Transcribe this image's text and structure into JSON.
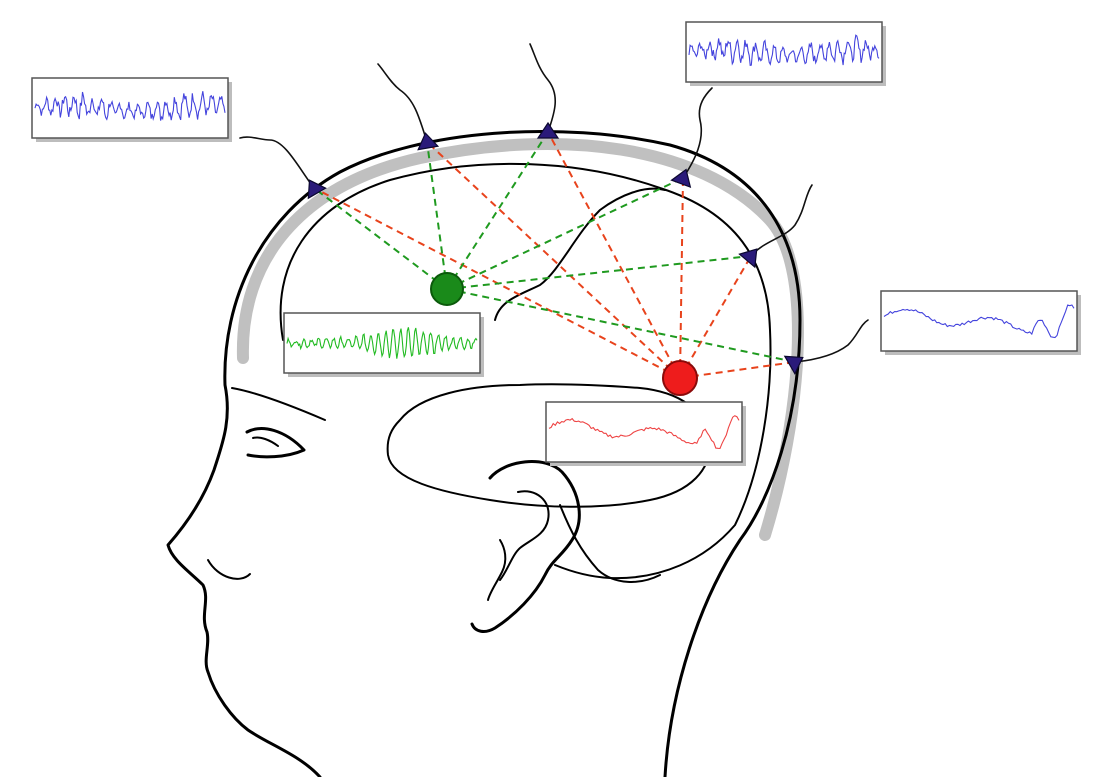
{
  "colors": {
    "source_deep": "#1a8a1a",
    "source_superficial": "#ee1c1c",
    "path_from_deep": "#1f9a1f",
    "path_from_superficial": "#e8431c",
    "electrode": "#2a1a7a",
    "scalp_trace": "#4444dd",
    "skull_band": "#c0c0c0"
  },
  "sources": [
    {
      "id": "deep",
      "color": "green"
    },
    {
      "id": "superficial",
      "color": "red"
    }
  ],
  "electrodes": [
    {
      "id": "e1"
    },
    {
      "id": "e2"
    },
    {
      "id": "e3"
    },
    {
      "id": "e4"
    },
    {
      "id": "e5"
    },
    {
      "id": "e6"
    }
  ],
  "traces": [
    {
      "id": "scalp-trace-1",
      "signal": "fast-noisy",
      "color": "blue"
    },
    {
      "id": "scalp-trace-2",
      "signal": "fast-noisy",
      "color": "blue"
    },
    {
      "id": "scalp-trace-3",
      "signal": "slow-wave",
      "color": "blue"
    },
    {
      "id": "source-trace-deep",
      "signal": "fast-burst",
      "color": "green"
    },
    {
      "id": "source-trace-superficial",
      "signal": "slow-wave",
      "color": "red"
    }
  ]
}
